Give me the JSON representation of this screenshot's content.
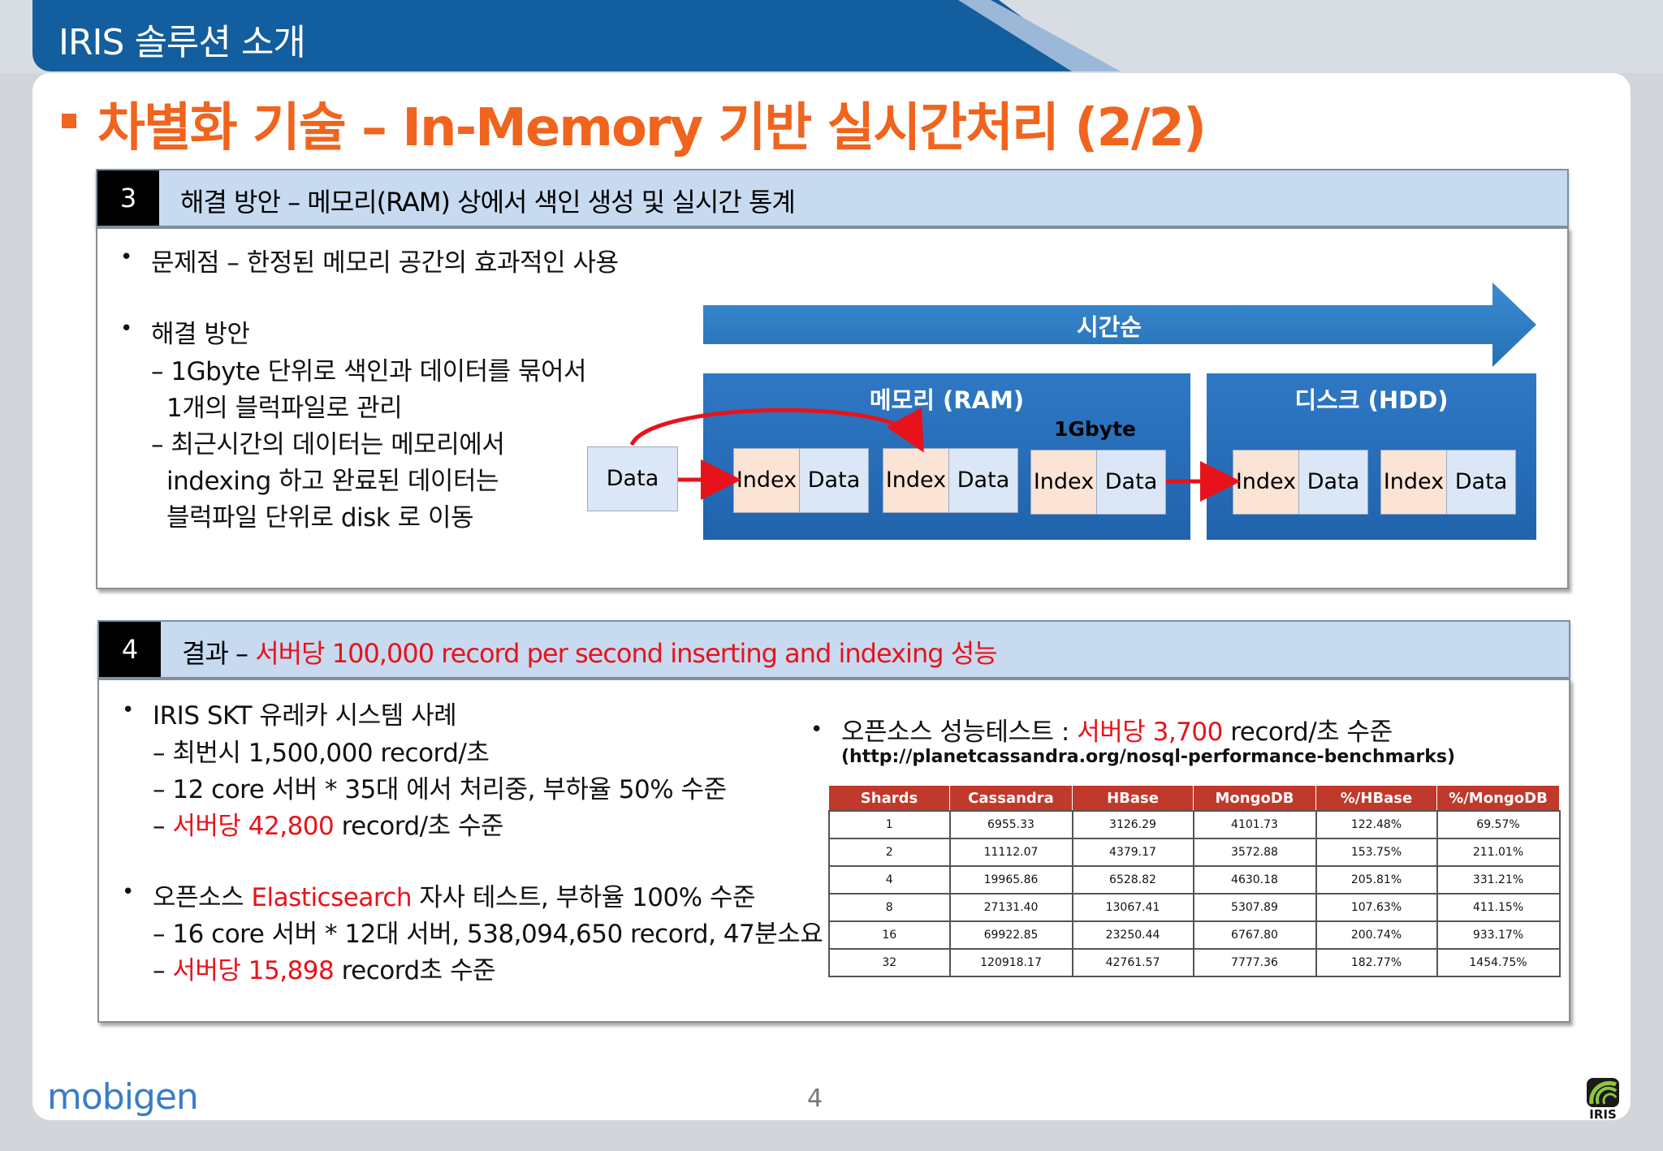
{
  "header": {
    "tab_title": "IRIS 솔루션 소개"
  },
  "page_title": "차별화 기술 – In-Memory 기반 실시간처리 (2/2)",
  "section3": {
    "num": "3",
    "title": "해결 방안 – 메모리(RAM) 상에서 색인 생성 및 실시간 통계",
    "bullet1": "문제점 – 한정된 메모리 공간의 효과적인 사용",
    "bullet2": "해결 방안",
    "lines": [
      "– 1Gbyte 단위로 색인과 데이터를 묶어서",
      "1개의 블럭파일로 관리",
      "– 최근시간의 데이터는 메모리에서",
      "indexing 하고 완료된 데이터는",
      "블럭파일 단위로 disk 로 이동"
    ],
    "diagram": {
      "time_label": "시간순",
      "memory_label": "메모리 (RAM)",
      "disk_label": "디스크 (HDD)",
      "gbyte_label": "1Gbyte",
      "input_data": "Data",
      "index": "Index",
      "data": "Data"
    }
  },
  "section4": {
    "num": "4",
    "title_prefix": "결과 –",
    "title_red": "서버당 100,000 record per second inserting and indexing 성능",
    "left": {
      "b1": "IRIS SKT 유레카 시스템 사례",
      "b1_l1": "– 최번시 1,500,000 record/초",
      "b1_l2": "– 12 core 서버 * 35대 에서 처리중, 부하율 50% 수준",
      "b1_l3_dash": "– ",
      "b1_l3_red": "서버당 42,800",
      "b1_l3_rest": " record/초 수준",
      "b2_pre": "오픈소스 ",
      "b2_red": "Elasticsearch",
      "b2_rest": " 자사 테스트, 부하율 100% 수준",
      "b2_l1": "– 16 core 서버 * 12대 서버, 538,094,650 record, 47분소요",
      "b2_l2_dash": "– ",
      "b2_l2_red": "서버당 15,898",
      "b2_l2_rest": " record초 수준"
    },
    "right": {
      "b_pre": "오픈소스 성능테스트 : ",
      "b_red": "서버당 3,700",
      "b_rest": " record/초 수준",
      "url": "(http://planetcassandra.org/nosql-performance-benchmarks)",
      "table": {
        "headers": [
          "Shards",
          "Cassandra",
          "HBase",
          "MongoDB",
          "%/HBase",
          "%/MongoDB"
        ],
        "rows": [
          [
            "1",
            "6955.33",
            "3126.29",
            "4101.73",
            "122.48%",
            "69.57%"
          ],
          [
            "2",
            "11112.07",
            "4379.17",
            "3572.88",
            "153.75%",
            "211.01%"
          ],
          [
            "4",
            "19965.86",
            "6528.82",
            "4630.18",
            "205.81%",
            "331.21%"
          ],
          [
            "8",
            "27131.40",
            "13067.41",
            "5307.89",
            "107.63%",
            "411.15%"
          ],
          [
            "16",
            "69922.85",
            "23250.44",
            "6767.80",
            "200.74%",
            "933.17%"
          ],
          [
            "32",
            "120918.17",
            "42761.57",
            "7777.36",
            "182.77%",
            "1454.75%"
          ]
        ]
      }
    }
  },
  "footer": {
    "logo": "mobigen",
    "page_number": "4",
    "iris_logo_text": "IRIS"
  },
  "colors": {
    "accent_orange": "#f0641e",
    "tab_blue": "#135e9e",
    "highlight_red": "#e8121a",
    "panel_blue": "#2a6fbe"
  }
}
